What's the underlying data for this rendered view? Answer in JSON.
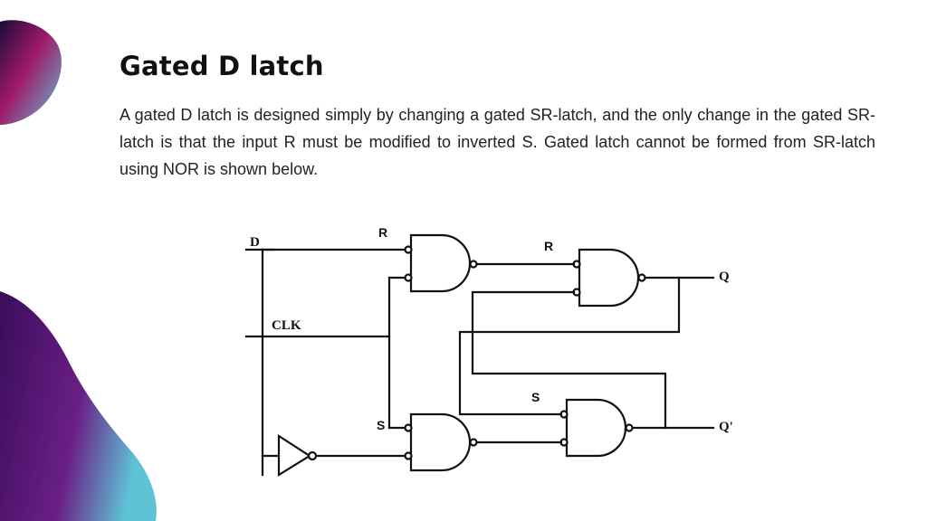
{
  "slide": {
    "title": "Gated D latch",
    "body": "A gated D latch is designed simply by changing a gated SR-latch, and the only change in the gated SR-latch is that the input R must be modified to inverted S. Gated latch cannot be formed from SR-latch using NOR is shown below."
  },
  "diagram": {
    "labels": {
      "d_input": "D",
      "clk_input": "CLK",
      "r_first": "R",
      "r_second": "R",
      "s_first": "S",
      "s_second": "S",
      "q_output": "Q",
      "q_bar_output": "Q'"
    }
  },
  "colors": {
    "accent_purple": "#5b1a78",
    "accent_teal": "#4fb3c8",
    "accent_magenta": "#a01a6a",
    "ink": "#111111"
  }
}
